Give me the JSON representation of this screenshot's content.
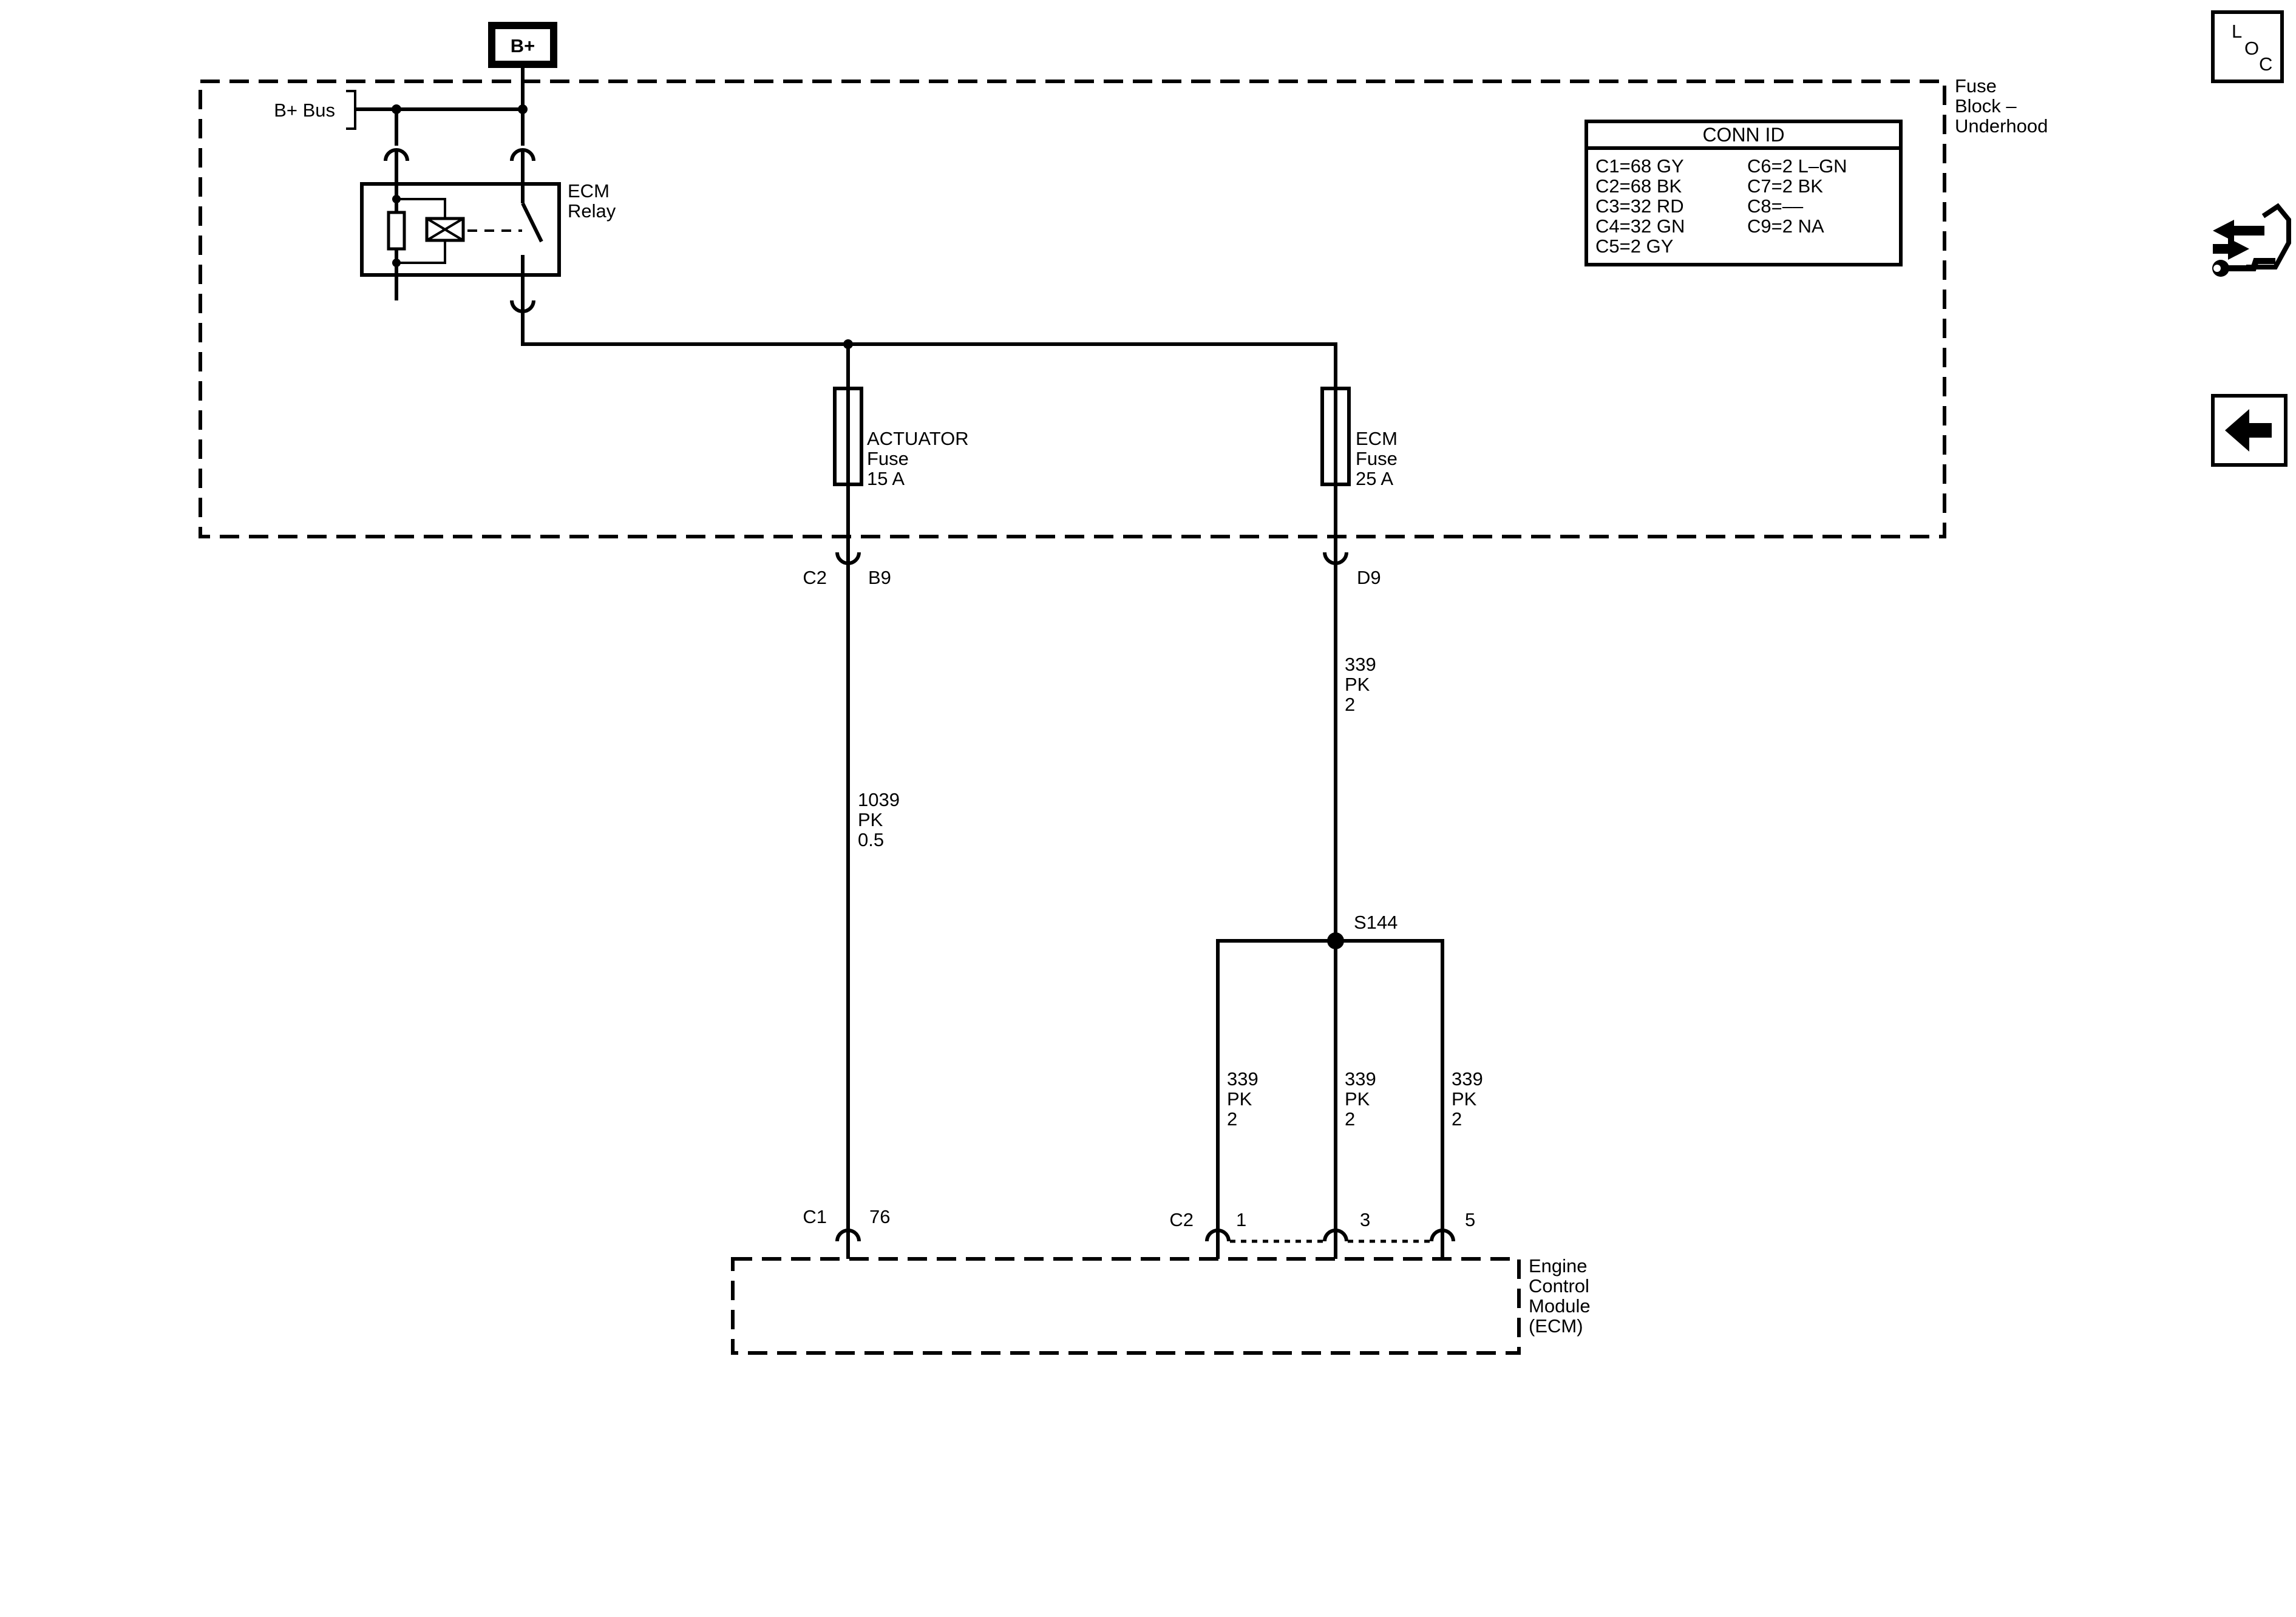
{
  "bplus_label": "B+",
  "bplus_bus_label": "B+ Bus",
  "fuse_block": {
    "line1": "Fuse",
    "line2": "Block –",
    "line3": "Underhood"
  },
  "conn_id": {
    "title": "CONN ID",
    "left": [
      "C1=68 GY",
      "C2=68 BK",
      "C3=32 RD",
      "C4=32 GN",
      "C5=2 GY"
    ],
    "right": [
      "C6=2 L–GN",
      "C7=2 BK",
      "C8=––",
      "C9=2 NA"
    ]
  },
  "ecm_relay": {
    "line1": "ECM",
    "line2": "Relay"
  },
  "actuator_fuse": {
    "line1": "ACTUATOR",
    "line2": "Fuse",
    "line3": "15 A"
  },
  "ecm_fuse": {
    "line1": "ECM",
    "line2": "Fuse",
    "line3": "25 A"
  },
  "pins": {
    "c2_connector": "C2",
    "c2_b9": "B9",
    "c2_d9": "D9",
    "c1_connector": "C1",
    "c1_76": "76",
    "ecm_c2_connector": "C2",
    "ecm_c2_1": "1",
    "ecm_c2_3": "3",
    "ecm_c2_5": "5"
  },
  "wires": {
    "w1039": {
      "circuit": "1039",
      "color": "PK",
      "gauge": "0.5"
    },
    "w339_upper": {
      "circuit": "339",
      "color": "PK",
      "gauge": "2"
    },
    "w339_left": {
      "circuit": "339",
      "color": "PK",
      "gauge": "2"
    },
    "w339_mid": {
      "circuit": "339",
      "color": "PK",
      "gauge": "2"
    },
    "w339_right": {
      "circuit": "339",
      "color": "PK",
      "gauge": "2"
    }
  },
  "splice": "S144",
  "ecm_module": {
    "line1": "Engine",
    "line2": "Control",
    "line3": "Module",
    "line4": "(ECM)"
  },
  "nav": {
    "loc": {
      "l": "L",
      "o": "O",
      "c": "C"
    },
    "connector_icon": "connector-wrench-icon",
    "back_icon": "back-arrow-icon"
  }
}
